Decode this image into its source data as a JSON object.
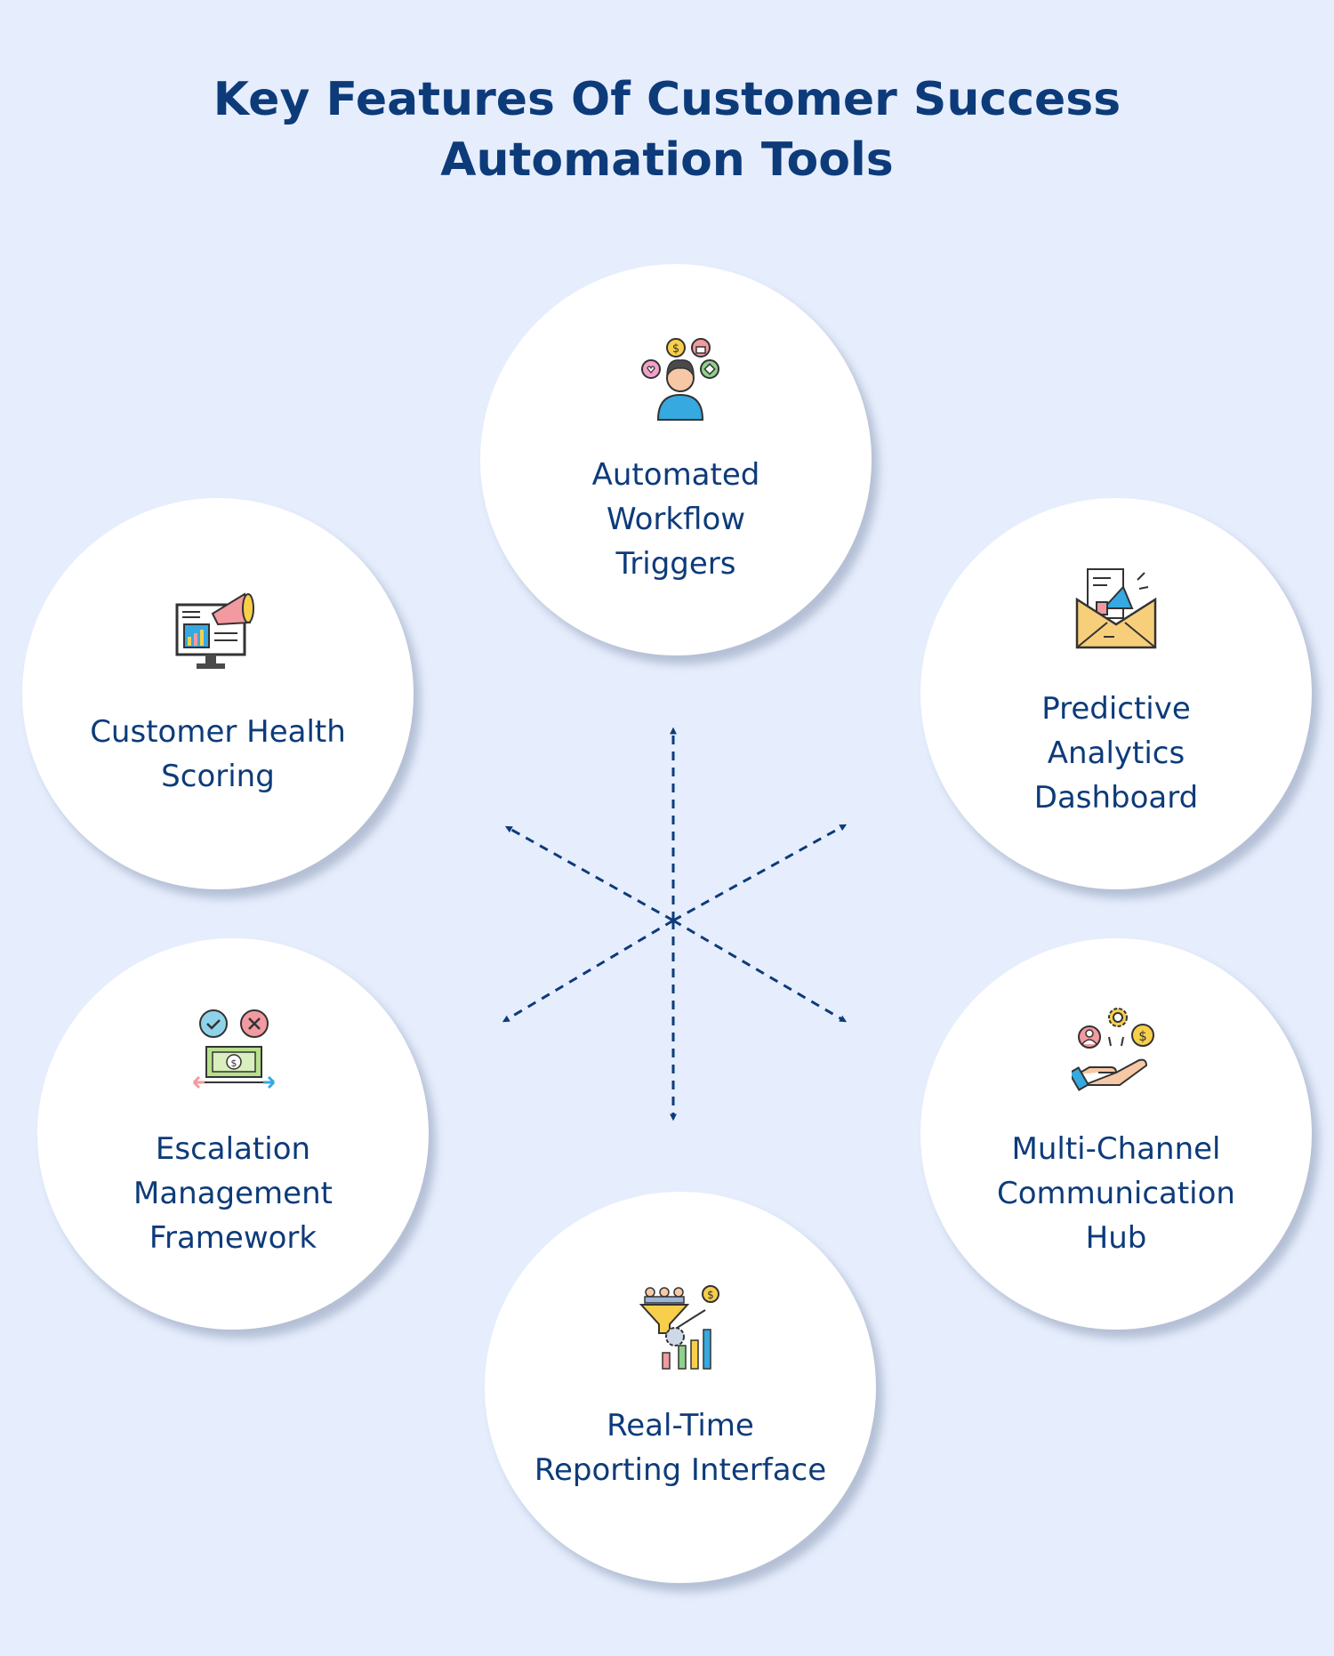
{
  "title": {
    "line1": "Key Features Of Customer Success",
    "line2": "Automation Tools"
  },
  "features": [
    {
      "id": "automated-workflow-triggers",
      "icon": "customer-avatar-icon",
      "lines": [
        "Automated",
        "Workflow",
        "Triggers"
      ]
    },
    {
      "id": "predictive-analytics-dashboard",
      "icon": "email-megaphone-icon",
      "lines": [
        "Predictive",
        "Analytics",
        "Dashboard"
      ]
    },
    {
      "id": "multi-channel-communication-hub",
      "icon": "hand-user-money-icon",
      "lines": [
        "Multi-Channel",
        "Communication",
        "Hub"
      ]
    },
    {
      "id": "real-time-reporting-interface",
      "icon": "funnel-chart-icon",
      "lines": [
        "Real-Time",
        "Reporting Interface"
      ]
    },
    {
      "id": "escalation-management-framework",
      "icon": "approval-money-icon",
      "lines": [
        "Escalation",
        "Management",
        "Framework"
      ]
    },
    {
      "id": "customer-health-scoring",
      "icon": "monitor-megaphone-icon",
      "lines": [
        "Customer Health",
        "Scoring"
      ]
    }
  ],
  "colors": {
    "background": "#e6eefd",
    "heading": "#0d3b7a",
    "arrow": "#0d3b7a",
    "circle": "#ffffff"
  }
}
